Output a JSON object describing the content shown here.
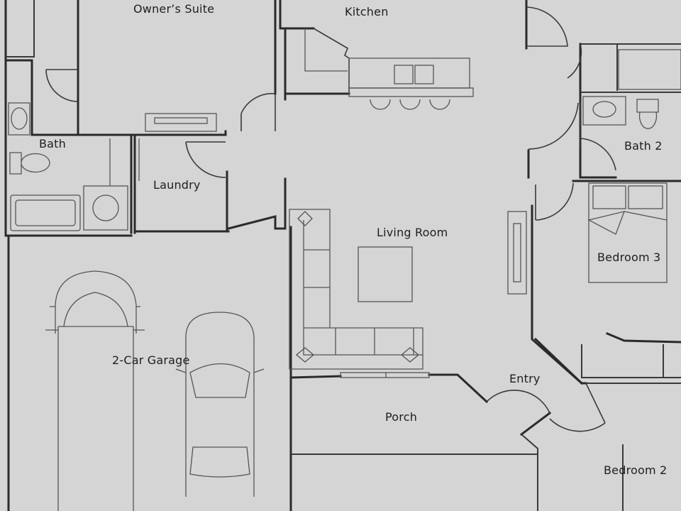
{
  "rooms": {
    "owners_suite": "Owner’s Suite",
    "kitchen": "Kitchen",
    "bath": "Bath",
    "laundry": "Laundry",
    "bath2": "Bath 2",
    "living_room": "Living Room",
    "bedroom3": "Bedroom 3",
    "garage": "2-Car Garage",
    "entry": "Entry",
    "porch": "Porch",
    "bedroom2": "Bedroom 2"
  },
  "colors": {
    "background": "#d4d5d4",
    "wall": "#2a2a2a",
    "fixture": "#555555",
    "text": "#1e1e1e"
  }
}
